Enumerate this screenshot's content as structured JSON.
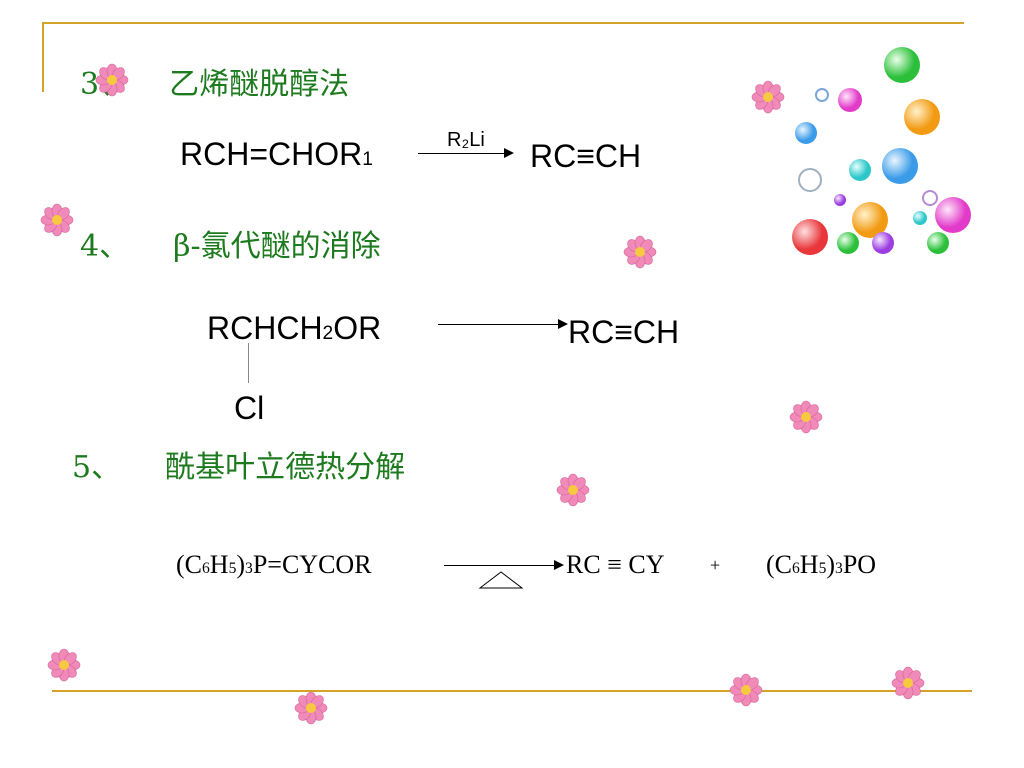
{
  "sections": [
    {
      "number": "3、",
      "title": "乙烯醚脱醇法"
    },
    {
      "number": "4、",
      "title": "β-氯代醚的消除"
    },
    {
      "number": "5、",
      "title": "酰基叶立德热分解"
    }
  ],
  "reaction3": {
    "reactant": "RCH=CHOR",
    "reactant_sub": "1",
    "reagent": "R₂Li",
    "product": "RC≡CH"
  },
  "reaction4": {
    "reactant_a": "RCHCH",
    "reactant_sub": "2",
    "reactant_b": "OR",
    "substituent": "Cl",
    "product": "RC≡CH"
  },
  "reaction5": {
    "reactant_a": "(C",
    "c_sub": "6",
    "h": "H",
    "h_sub": "5",
    "close": ")",
    "three": "3",
    "reactant_rest": "P=CYCOR",
    "product": "RC ≡ CY",
    "plus": "+",
    "byproduct_rest": "PO"
  },
  "colors": {
    "frame": "#d4a429",
    "heading": "#1e7a1e",
    "flower": "#f08ab8",
    "flower_center": "#f6c940"
  },
  "icons": [
    "flower-icon",
    "bubble-icon",
    "heat-triangle-icon"
  ]
}
